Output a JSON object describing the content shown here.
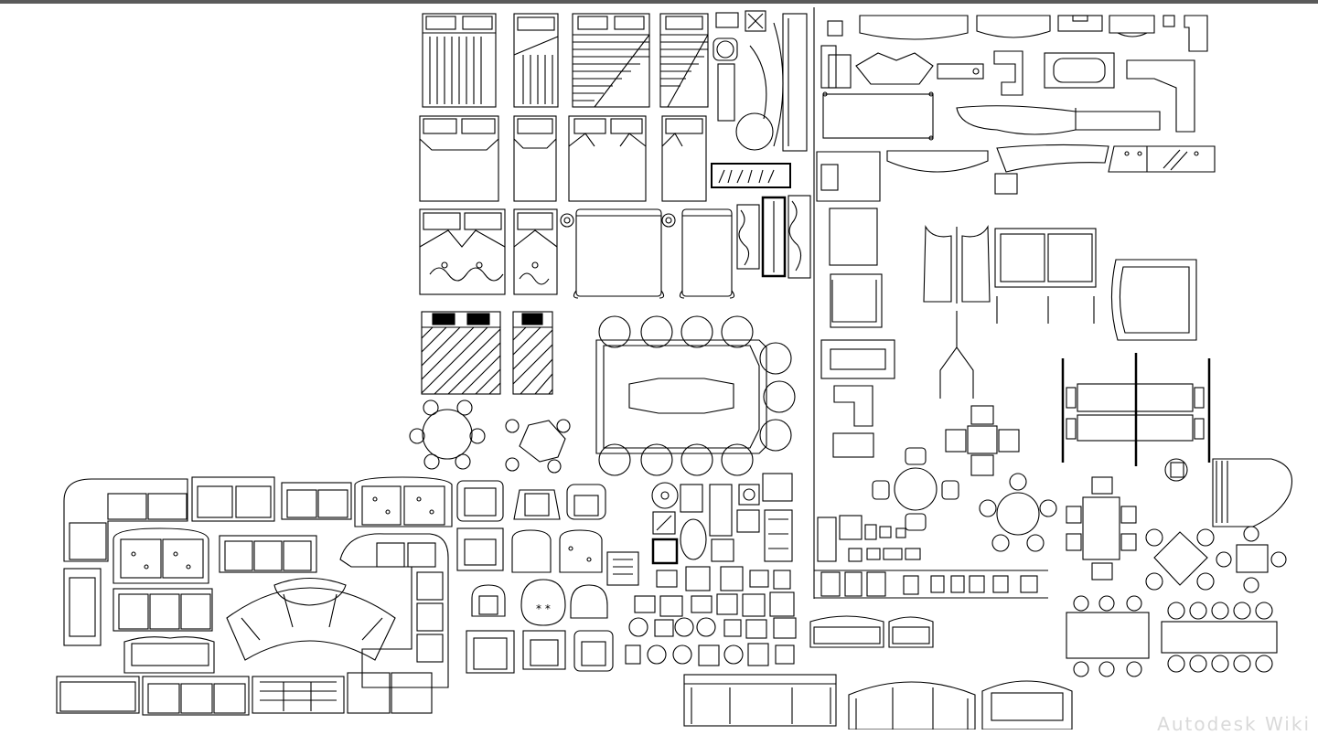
{
  "drawing": {
    "kind": "CAD furniture blocks plan view",
    "line_color": "#000000",
    "background_color": "#ffffff",
    "topbar_color": "#5a5a5a"
  },
  "groups": [
    {
      "id": "beds",
      "label": "Beds and bedroom furniture"
    },
    {
      "id": "dining",
      "label": "Dining tables and chairs"
    },
    {
      "id": "office",
      "label": "Office desks and workstations"
    },
    {
      "id": "sofas",
      "label": "Sofas and seating"
    },
    {
      "id": "chairs",
      "label": "Armchairs and lounge chairs"
    }
  ],
  "watermark": {
    "text": "Autodesk Wiki",
    "color": "#d9d9d9"
  }
}
